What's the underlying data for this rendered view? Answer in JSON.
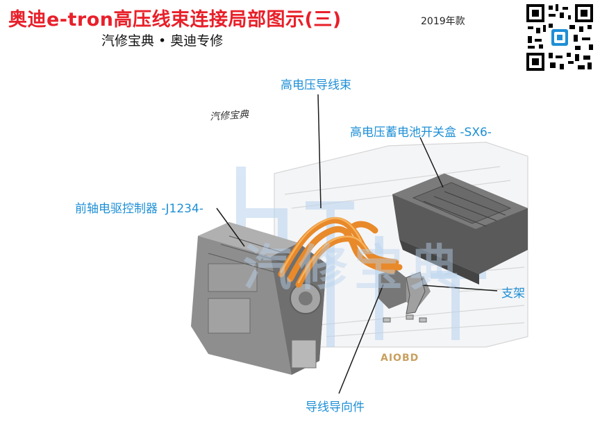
{
  "header": {
    "title": "奥迪e-tron高压线束连接局部图示(三)",
    "year": "2019年款",
    "subtitle": "汽修宝典 • 奥迪专修"
  },
  "labels": {
    "hv_harness": "高电压导线束",
    "hv_switch_box": "高电压蓄电池开关盒 -SX6-",
    "front_axle_controller": "前轴电驱控制器 -J1234-",
    "bracket": "支架",
    "wire_guide": "导线导向件"
  },
  "watermarks": {
    "bottom": "AIOBD",
    "large": "汽修宝典",
    "scribble": "汽修宝典"
  },
  "colors": {
    "title": "#e8202a",
    "label": "#1e8fd6",
    "harness": "#e8892a",
    "component_gray": "#8e8e8e",
    "watermark_blue": "#b9d3ee"
  }
}
